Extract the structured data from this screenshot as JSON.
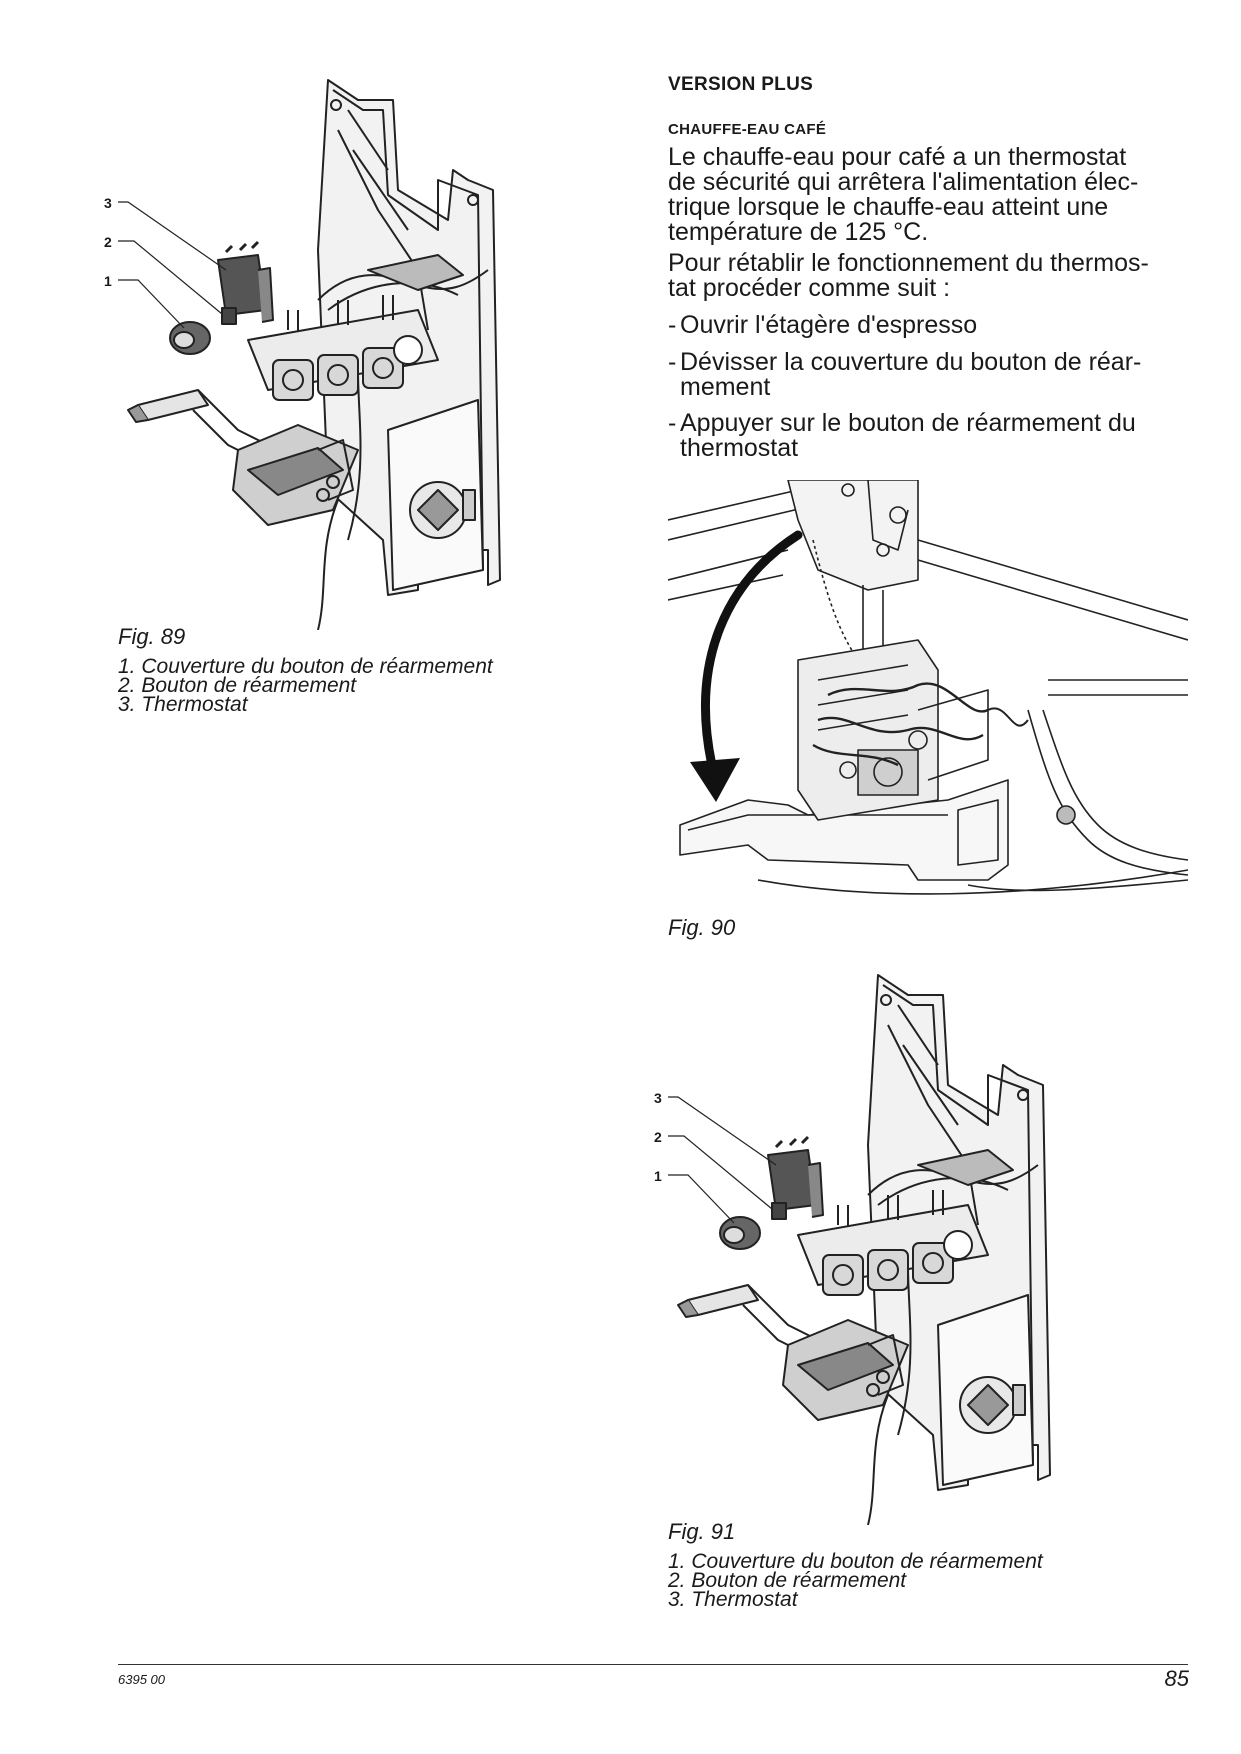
{
  "section_title": "VERSION PLUS",
  "subsection_title": "CHAUFFE-EAU CAFÉ",
  "intro_lines": [
    "Le chauffe-eau pour café a un thermostat",
    "de sécurité qui arrêtera l'alimentation élec-",
    "trique lorsque le chauffe-eau atteint une",
    "température de 125 °C."
  ],
  "procedure_lines": [
    "Pour rétablir le fonctionnement du thermos-",
    "tat procéder comme suit :"
  ],
  "steps": [
    {
      "dash": "-",
      "lines": [
        "Ouvrir l'étagère d'espresso"
      ]
    },
    {
      "dash": "-",
      "lines": [
        "Dévisser la couverture du bouton de réar-",
        "mement"
      ]
    },
    {
      "dash": "-",
      "lines": [
        "Appuyer sur le bouton de réarmement du",
        "thermostat"
      ]
    }
  ],
  "figures": {
    "fig89": {
      "caption": "Fig. 89",
      "callouts": [
        "3",
        "2",
        "1"
      ],
      "legend": [
        "1.  Couverture du bouton de réarmement",
        "2.  Bouton de réarmement",
        "3.  Thermostat"
      ]
    },
    "fig90": {
      "caption": "Fig. 90"
    },
    "fig91": {
      "caption": "Fig. 91",
      "callouts": [
        "3",
        "2",
        "1"
      ],
      "legend": [
        "1.  Couverture du bouton de réarmement",
        "2.  Bouton de réarmement",
        "3.  Thermostat"
      ]
    }
  },
  "footer": {
    "doc_number": "6395 00",
    "page_number": "85"
  }
}
